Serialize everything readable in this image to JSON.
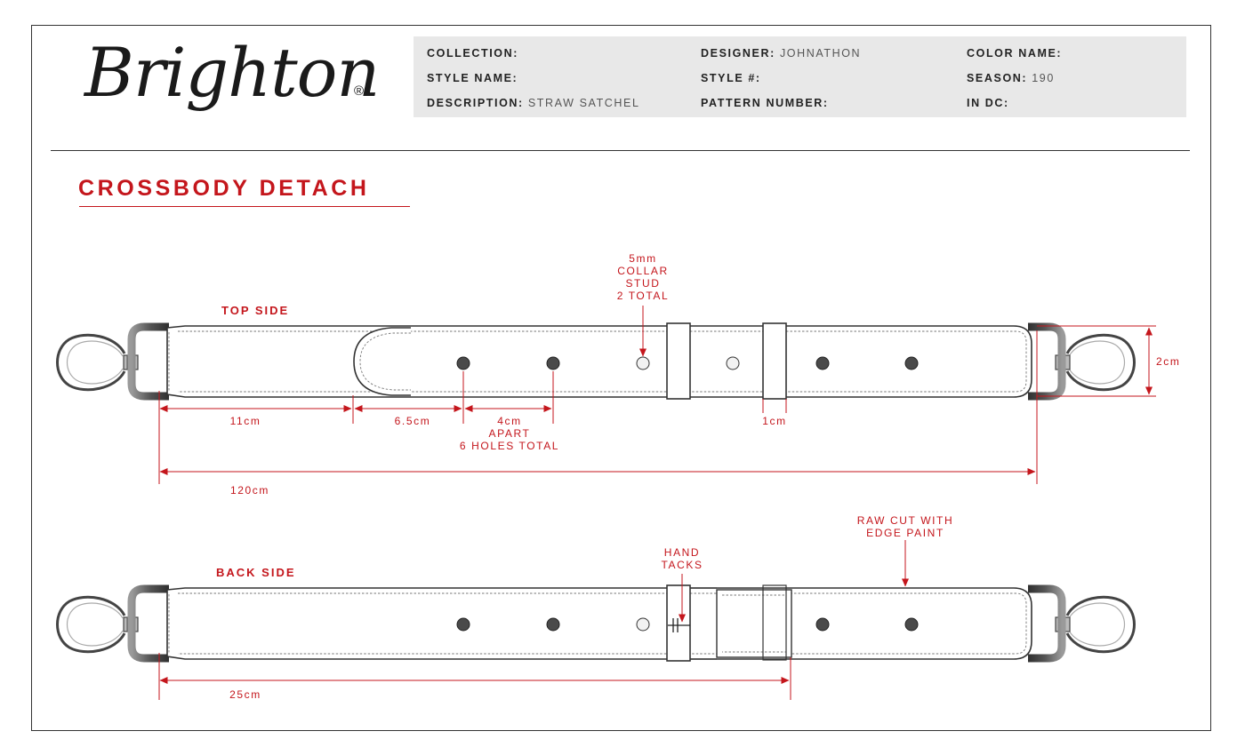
{
  "brand": {
    "name": "Brighton",
    "registered_mark": "®"
  },
  "spec": {
    "collection": {
      "label": "COLLECTION:",
      "value": ""
    },
    "style_name": {
      "label": "STYLE NAME:",
      "value": ""
    },
    "description": {
      "label": "DESCRIPTION:",
      "value": "STRAW SATCHEL"
    },
    "designer": {
      "label": "DESIGNER:",
      "value": "JOHNATHON"
    },
    "style_number": {
      "label": "STYLE #:",
      "value": ""
    },
    "pattern_number": {
      "label": "PATTERN NUMBER:",
      "value": ""
    },
    "color_name": {
      "label": "COLOR NAME:",
      "value": ""
    },
    "season": {
      "label": "SEASON:",
      "value": "190"
    },
    "in_dc": {
      "label": "IN DC:",
      "value": ""
    }
  },
  "section_title": "CROSSBODY DETACH",
  "top_view": {
    "label": "TOP SIDE",
    "dim_start": "11cm",
    "dim_tip": "6.5cm",
    "dim_spacing": "4cm",
    "spacing_note": [
      "APART",
      "6 HOLES TOTAL"
    ],
    "stud_note": [
      "5mm",
      "COLLAR",
      "STUD",
      "2 TOTAL"
    ],
    "dim_keeper": "1cm",
    "dim_width": "2cm",
    "dim_total": "120cm"
  },
  "back_view": {
    "label": "BACK SIDE",
    "tack_note": [
      "HAND",
      "TACKS"
    ],
    "edge_note": [
      "RAW CUT WITH",
      "EDGE PAINT"
    ],
    "dim_overlap": "25cm"
  },
  "colors": {
    "annotation_red": "#c4161c",
    "outline": "#333333",
    "spec_box": "#e8e8e8",
    "hole_fill": "#4a4a4a",
    "stud_fill": "#f2f2f2"
  }
}
